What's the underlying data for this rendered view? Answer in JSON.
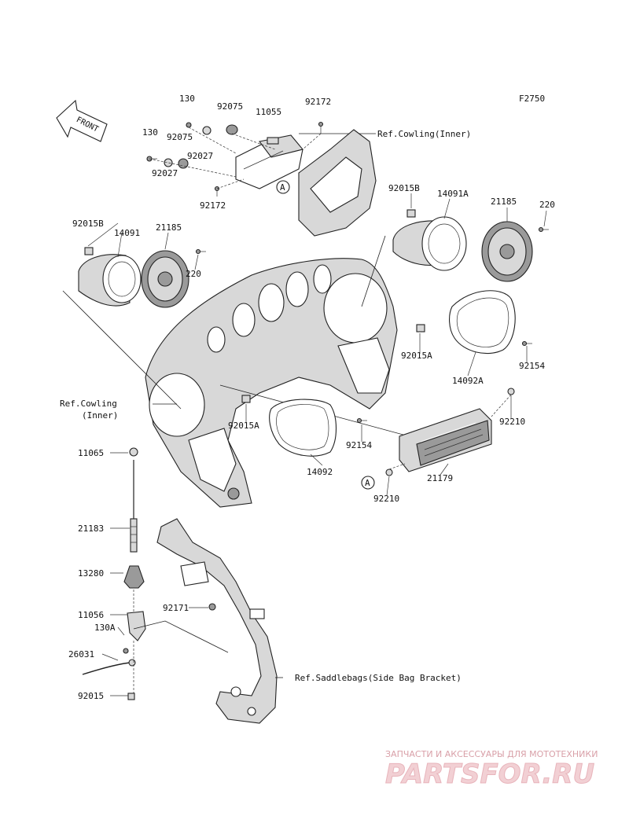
{
  "figure_code": "F2750",
  "front_label": "FRONT",
  "callout": "A",
  "references": {
    "cowling_inner_top": "Ref.Cowling(Inner)",
    "cowling_inner_left_1": "Ref.Cowling",
    "cowling_inner_left_2": "(Inner)",
    "saddlebags": "Ref.Saddlebags(Side Bag Bracket)"
  },
  "parts": {
    "p130_top": "130",
    "p130_left": "130",
    "p92075_a": "92075",
    "p92075_b": "92075",
    "p11055": "11055",
    "p92172_top": "92172",
    "p92172_bot": "92172",
    "p92027_a": "92027",
    "p92027_b": "92027",
    "p92015b_right": "92015B",
    "p14091a": "14091A",
    "p21185_right": "21185",
    "p220_right": "220",
    "p92015b_left": "92015B",
    "p14091": "14091",
    "p21185_left": "21185",
    "p220_left": "220",
    "p92015a_right": "92015A",
    "p92154_right": "92154",
    "p14092a": "14092A",
    "p92210_right": "92210",
    "p92015a_left": "92015A",
    "p92154_left": "92154",
    "p14092": "14092",
    "p21179": "21179",
    "p92210_left": "92210",
    "p11065": "11065",
    "p21183": "21183",
    "p13280": "13280",
    "p92171": "92171",
    "p11056": "11056",
    "p130a": "130A",
    "p26031": "26031",
    "p92015": "92015"
  },
  "watermark": {
    "tagline": "ЗАПЧАСТИ И АКСЕССУАРЫ ДЛЯ МОТОТЕХНИКИ",
    "brand": "PARTSFOR.RU"
  }
}
